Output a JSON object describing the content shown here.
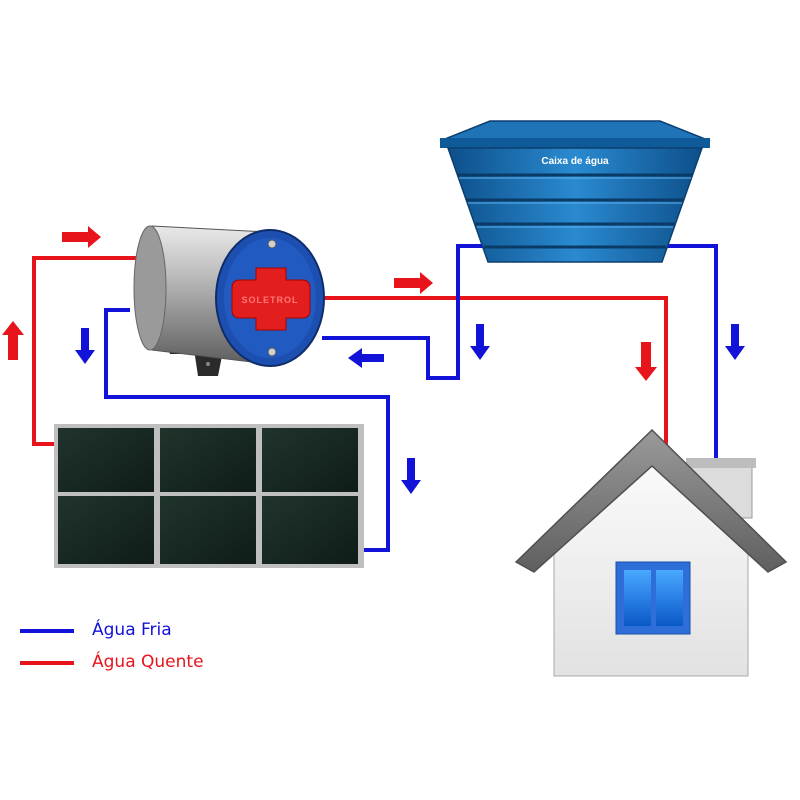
{
  "tank": {
    "label": "Caixa de água"
  },
  "heater": {
    "brand": "SOLETROL"
  },
  "legend": {
    "cold": {
      "label": "Água Fria",
      "color": "#1212d8"
    },
    "hot": {
      "label": "Água Quente",
      "color": "#e8141c"
    }
  }
}
